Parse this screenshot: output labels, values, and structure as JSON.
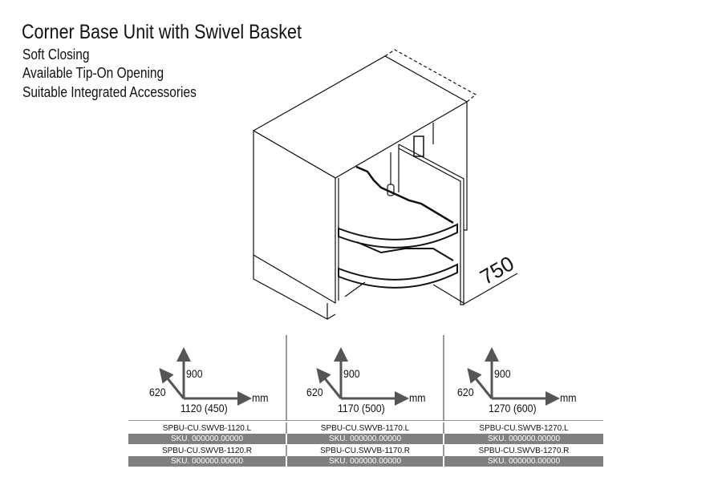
{
  "header": {
    "title": "Corner Base Unit with Swivel Basket",
    "features": [
      "Soft Closing",
      "Available Tip-On Opening",
      "Suitable Integrated Accessories"
    ]
  },
  "drawing": {
    "depth_label": "750"
  },
  "variants": [
    {
      "height": "900",
      "depth": "620",
      "width": "1120 (450)",
      "unit": "mm",
      "code_left": "SPBU-CU.SWVB-1120.L",
      "sku_left": "SKU. 000000.00000",
      "code_right": "SPBU-CU.SWVB-1120.R",
      "sku_right": "SKU. 000000.00000"
    },
    {
      "height": "900",
      "depth": "620",
      "width": "1170 (500)",
      "unit": "mm",
      "code_left": "SPBU-CU.SWVB-1170.L",
      "sku_left": "SKU. 000000.00000",
      "code_right": "SPBU-CU.SWVB-1170.R",
      "sku_right": "SKU. 000000.00000"
    },
    {
      "height": "900",
      "depth": "620",
      "width": "1270 (600)",
      "unit": "mm",
      "code_left": "SPBU-CU.SWVB-1270.L",
      "sku_left": "SKU. 000000.00000",
      "code_right": "SPBU-CU.SWVB-1270.R",
      "sku_right": "SKU. 000000.00000"
    }
  ],
  "colors": {
    "bar": "#808080",
    "arrow": "#555555"
  }
}
